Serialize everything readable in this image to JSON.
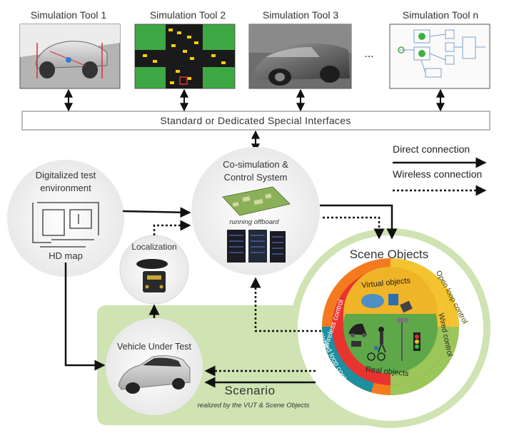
{
  "tools": [
    {
      "label": "Simulation Tool 1",
      "icon": "car-chassis-image"
    },
    {
      "label": "Simulation Tool 2",
      "icon": "traffic-intersection-image"
    },
    {
      "label": "Simulation Tool 3",
      "icon": "car-render-image"
    },
    {
      "label": "Simulation Tool n",
      "icon": "block-diagram-image"
    }
  ],
  "ellipsis": "...",
  "interface_label": "Standard or Dedicated Special Interfaces",
  "legend": {
    "direct": "Direct connection",
    "wireless": "Wireless connection"
  },
  "hdmap": {
    "title_line1": "Digitalized test",
    "title_line2": "environment",
    "caption": "HD map",
    "icon": "hd-map-image"
  },
  "cosim": {
    "line1": "Co-simulation &",
    "line2": "Control System",
    "caption": "running offboard",
    "icons": [
      "circuit-board-image",
      "server-rack-image"
    ]
  },
  "localization": {
    "label": "Localization",
    "icon": "gnss-receiver-image"
  },
  "vut": {
    "label": "Vehicle Under Test",
    "icon": "sedan-car-image"
  },
  "scenario": {
    "title": "Scenario",
    "subtitle": "realized by the VUT & Scene Objects"
  },
  "scene": {
    "title": "Scene Objects",
    "ring_labels": {
      "wireless_control": "Wireless control",
      "open_loop_control": "Open loop control",
      "wired_control": "Wired control",
      "closed_loop_control": "Closed loop control"
    },
    "virtual_objects": "Virtual objects",
    "real_objects": "Real objects"
  },
  "colors": {
    "scenario_bg": "#cfe3b3",
    "ring_orange": "#f47a20",
    "ring_yellow": "#f4c430",
    "ring_green": "#9bc65a",
    "ring_teal": "#1c8fa0",
    "inner_red": "#e8332e",
    "core_green": "#5fa84a",
    "core_yellow": "#f0b428"
  }
}
